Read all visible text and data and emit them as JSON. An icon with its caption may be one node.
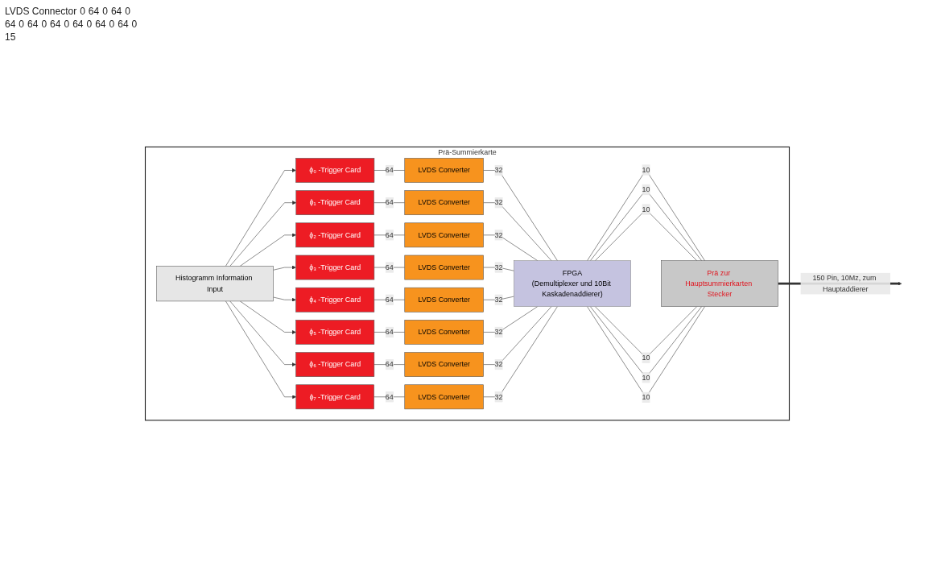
{
  "diagram": {
    "nodes": [
      {
        "text": [
          "Prä-Summierkarte"
        ]
      },
      {
        "text": [
          "Histogramm Information Input"
        ],
        "in": 0
      },
      {
        "text": [
          "ϕ₀ -Trigger Card"
        ],
        "in": 0
      },
      {
        "text": [
          "ϕ₁ -Trigger Card"
        ],
        "in": 0
      },
      {
        "text": [
          "ϕ₂ -Trigger Card"
        ],
        "in": 0
      },
      {
        "text": [
          "ϕ₃ -Trigger Card"
        ],
        "in": 0
      },
      {
        "text": [
          "ϕ₄ -Trigger Card"
        ],
        "in": 0
      },
      {
        "text": [
          "ϕ₅ -Trigger Card"
        ],
        "in": 0
      },
      {
        "text": [
          "ϕ₆ -Trigger Card"
        ],
        "in": 0
      },
      {
        "text": [
          "ϕ₇ -Trigger Card"
        ],
        "in": 0
      },
      {
        "text": [
          "LVDS Converter"
        ],
        "in": 0
      },
      {
        "text": [
          "LVDS Converter"
        ],
        "in": 0
      },
      {
        "text": [
          "LVDS Converter"
        ],
        "in": 0
      },
      {
        "text": [
          "LVDS Converter"
        ],
        "in": 0
      },
      {
        "text": [
          "LVDS Converter"
        ],
        "in": 0
      },
      {
        "text": [
          "LVDS Converter"
        ],
        "in": 0
      },
      {
        "text": [
          "LVDS Converter"
        ],
        "in": 0
      },
      {
        "text": [
          "LVDS Converter"
        ],
        "in": 0
      },
      {
        "text": [
          "FPGA",
          "(Demultiplexer und 10Bit Kaskadenaddierer)"
        ],
        "in": 0
      },
      {
        "text": [
          "Prä zur Hauptsummierkarten Stecker"
        ],
        "in": 0
      }
    ],
    "edges": [
      {
        "from": 1,
        "to": 2,
        "arrow": "to"
      },
      {
        "from": 1,
        "to": 3,
        "arrow": "to"
      },
      {
        "from": 1,
        "to": 4,
        "arrow": "to"
      },
      {
        "from": 1,
        "to": 5,
        "arrow": "to"
      },
      {
        "from": 1,
        "to": 6,
        "arrow": "to"
      },
      {
        "from": 1,
        "to": 7,
        "arrow": "to"
      },
      {
        "from": 1,
        "to": 8,
        "arrow": "to"
      },
      {
        "from": 1,
        "to": 9,
        "arrow": "to"
      },
      {
        "from": 2,
        "to": 10,
        "arrow": "none",
        "label": "64"
      },
      {
        "from": 3,
        "to": 11,
        "arrow": "none",
        "label": "64"
      },
      {
        "from": 4,
        "to": 12,
        "arrow": "none",
        "label": "64"
      },
      {
        "from": 5,
        "to": 13,
        "arrow": "none",
        "label": "64"
      },
      {
        "from": 6,
        "to": 14,
        "arrow": "none",
        "label": "64"
      },
      {
        "from": 7,
        "to": 15,
        "arrow": "none",
        "label": "64"
      },
      {
        "from": 8,
        "to": 16,
        "arrow": "none",
        "label": "64"
      },
      {
        "from": 9,
        "to": 17,
        "arrow": "none",
        "label": "64"
      },
      {
        "from": 10,
        "to": 18,
        "arrow": "none",
        "label": "32"
      },
      {
        "from": 11,
        "to": 18,
        "arrow": "none",
        "label": "32"
      },
      {
        "from": 12,
        "to": 18,
        "arrow": "none",
        "label": "32"
      },
      {
        "from": 13,
        "to": 18,
        "arrow": "none",
        "label": "32"
      },
      {
        "from": 14,
        "to": 18,
        "arrow": "none",
        "label": "32"
      },
      {
        "from": 15,
        "to": 18,
        "arrow": "none",
        "label": "32"
      },
      {
        "from": 16,
        "to": 18,
        "arrow": "none",
        "label": "32"
      },
      {
        "from": 17,
        "to": 18,
        "arrow": "none",
        "label": "32"
      },
      {
        "from": 18,
        "to": 19,
        "arrow": "none",
        "label": "10"
      },
      {
        "from": 18,
        "to": 19,
        "arrow": "none",
        "label": "10"
      },
      {
        "from": 18,
        "to": 19,
        "arrow": "none",
        "label": "10"
      },
      {
        "from": 18,
        "to": 19,
        "arrow": "none",
        "label": "10"
      },
      {
        "from": 18,
        "to": 19,
        "arrow": "none",
        "label": "10"
      },
      {
        "from": 18,
        "to": 19,
        "arrow": "none",
        "label": "10"
      },
      {
        "from": 19,
        "to": null,
        "arrow": "to",
        "style": "thick",
        "label": "150 Pin, 10Mz, zum Hauptaddierer"
      }
    ],
    "labels": [
      "LVDS Connector",
      "0",
      "64",
      "0",
      "64",
      "0",
      "64",
      "0",
      "64",
      "0",
      "64",
      "0",
      "64",
      "0",
      "64",
      "0",
      "64",
      "0",
      "15"
    ]
  }
}
